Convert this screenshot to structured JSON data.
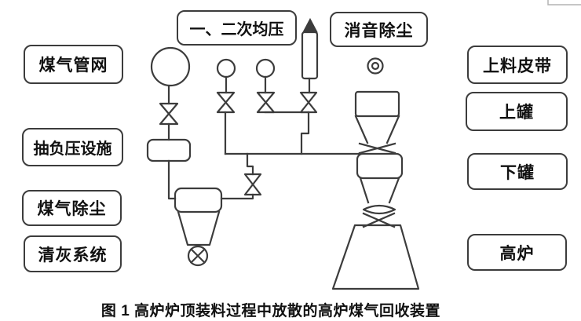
{
  "figure_caption": "图 1  高炉炉顶装料过程中放散的高炉煤气回收装置",
  "labels": {
    "gas_network": "煤气管网",
    "vacuum_facility": "抽负压设施",
    "gas_dedusting": "煤气除尘",
    "ash_cleaning": "清灰系统",
    "pressure_equalization": "一、二次均压",
    "silencer_dedusting": "消音除尘",
    "feeding_belt": "上料皮带",
    "upper_tank": "上罐",
    "lower_tank": "下罐",
    "blast_furnace": "高炉"
  },
  "colors": {
    "line": "#3c3c3c",
    "text": "#111111",
    "page_corner_line": "#b4b4b4"
  }
}
